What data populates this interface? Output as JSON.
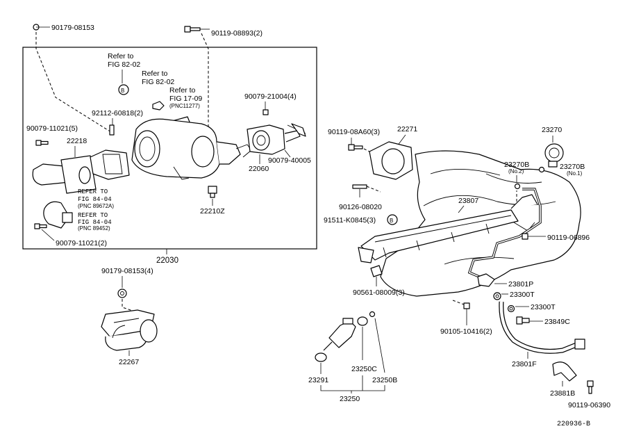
{
  "diagram_id": "220936-B",
  "assembly_box_label": "22030",
  "injector_group_label": "23250",
  "circle_ref_label": "B",
  "parts": {
    "p90179_08153": "90179-08153",
    "p90119_08893": "90119-08893(2)",
    "p92112_60818": "92112-60818(2)",
    "p90079_11021_5": "90079-11021(5)",
    "p22218": "22218",
    "p90079_21004": "90079-21004(4)",
    "p22060": "22060",
    "p90079_40005": "90079-40005",
    "p22210z": "22210Z",
    "p90079_11021_2": "90079-11021(2)",
    "p90179_08153_4": "90179-08153(4)",
    "p22267": "22267",
    "p90119_08a60": "90119-08A60(3)",
    "p22271": "22271",
    "p23270": "23270",
    "p23270b_no2": "23270B",
    "p23270b_no1": "23270B",
    "p90126_08020": "90126-08020",
    "p23807": "23807",
    "p91511_k0845": "91511-K0845(3)",
    "p90119_06896": "90119-06896",
    "p90561_08009": "90561-08009(3)",
    "p23801p": "23801P",
    "p23300t_a": "23300T",
    "p23300t_b": "23300T",
    "p23849c": "23849C",
    "p90105_10416": "90105-10416(2)",
    "p23801f": "23801F",
    "p23291": "23291",
    "p23250c": "23250C",
    "p23250b": "23250B",
    "p23881b": "23881B",
    "p90119_06390": "90119-06390"
  },
  "qualifiers": {
    "no2": "(No.2)",
    "no1": "(No.1)"
  },
  "references": {
    "ref1": {
      "line1": "Refer to",
      "line2": "FIG 82-02"
    },
    "ref2": {
      "line1": "Refer to",
      "line2": "FIG 82-02"
    },
    "ref3": {
      "line1": "Refer to",
      "line2": "FIG 17-09",
      "pnc": "(PNC11277)"
    },
    "ref4": {
      "line1": "REFER TO",
      "line2": "FIG 84-04",
      "pnc": "(PNC 89672A)"
    },
    "ref5": {
      "line1": "REFER TO",
      "line2": "FIG 84-04",
      "pnc": "(PNC 89452)"
    }
  }
}
